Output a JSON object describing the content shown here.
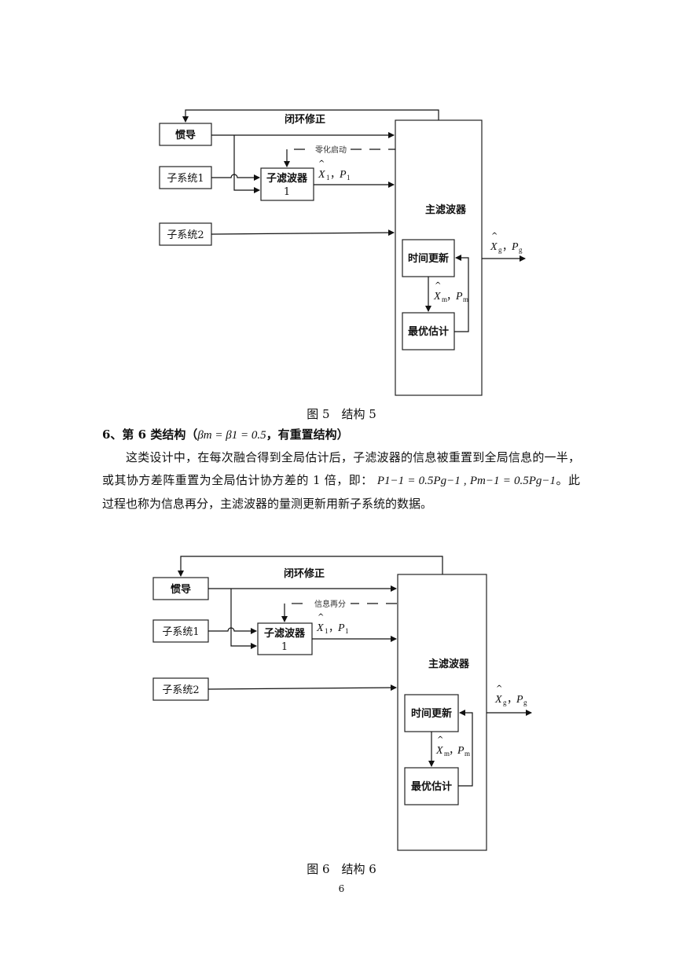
{
  "figure5": {
    "feedback_label": "闭环修正",
    "ins_label": "惯导",
    "subsystem1_label": "子系统1",
    "subsystem2_label": "子系统2",
    "sub_filter_label": "子滤波器",
    "sub_filter_index": "1",
    "reset_label": "零化启动",
    "sub_output": {
      "x_hat": "X",
      "sub1": "1",
      "sep": "，",
      "p": "P",
      "sub2": "1"
    },
    "main_filter_label": "主滤波器",
    "time_update_label": "时间更新",
    "optimal_estimate_label": "最优估计",
    "m_output": {
      "x_hat": "X",
      "sub1": "m",
      "sep": "，",
      "p": "P",
      "sub2": "m"
    },
    "global_output": {
      "x_hat": "X",
      "sub1": "g",
      "sep": "，",
      "p": "P",
      "sub2": "g"
    },
    "caption": "图 5　结构 5"
  },
  "section": {
    "title": "6、第 6 类结构（",
    "formula": "βm = β1 = 0.5",
    "title_tail": "，有重置结构）",
    "para_line1": "这类设计中，在每次融合得到全局估计后，子滤波器的信息被重置到全局信息的一半，或其协方差阵重置为全局估计协方差的 1 倍，即：",
    "para_formula": "P1−1 = 0.5Pg−1 , Pm−1 = 0.5Pg−1",
    "para_line2": "。此过程也称为信息再分，主滤波器的量测更新用新子系统的数据。"
  },
  "figure6": {
    "feedback_label": "闭环修正",
    "ins_label": "惯导",
    "subsystem1_label": "子系统1",
    "subsystem2_label": "子系统2",
    "sub_filter_label": "子滤波器",
    "sub_filter_index": "1",
    "reset_label": "信息再分",
    "sub_output": {
      "x_hat": "X",
      "sub1": "1",
      "sep": "，",
      "p": "P",
      "sub2": "1"
    },
    "main_filter_label": "主滤波器",
    "time_update_label": "时间更新",
    "optimal_estimate_label": "最优估计",
    "m_output": {
      "x_hat": "X",
      "sub1": "m",
      "sep": "，",
      "p": "P",
      "sub2": "m"
    },
    "global_output": {
      "x_hat": "X",
      "sub1": "g",
      "sep": "，",
      "p": "P",
      "sub2": "g"
    },
    "caption": "图 6　结构 6"
  },
  "page_number": "6"
}
